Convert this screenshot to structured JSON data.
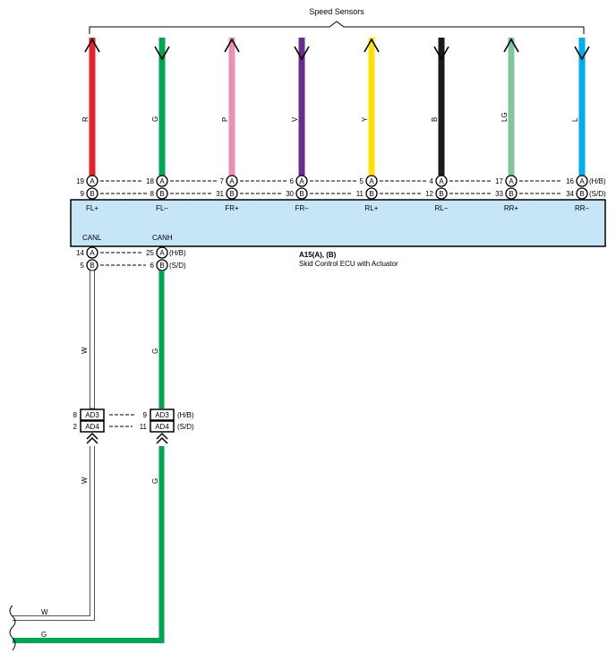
{
  "header": {
    "title": "Speed Sensors"
  },
  "wire_colors": {
    "R": "#e8212b",
    "G": "#00a651",
    "P": "#f08cb8",
    "V": "#6a2c91",
    "Y": "#ffe000",
    "B": "#1a1a1a",
    "LG": "#7ec79a",
    "L": "#00aeef",
    "W": "#ffffff"
  },
  "sensor_wires": [
    {
      "color_code": "R",
      "pinA": "19",
      "pinB": "9",
      "pinA_conn": "A",
      "pinB_conn": "B",
      "ecu_label": "FL+",
      "direction": "up"
    },
    {
      "color_code": "G",
      "pinA": "18",
      "pinB": "8",
      "pinA_conn": "A",
      "pinB_conn": "B",
      "ecu_label": "FL–",
      "direction": "down"
    },
    {
      "color_code": "P",
      "pinA": "7",
      "pinB": "31",
      "pinA_conn": "A",
      "pinB_conn": "B",
      "ecu_label": "FR+",
      "direction": "up"
    },
    {
      "color_code": "V",
      "pinA": "6",
      "pinB": "30",
      "pinA_conn": "A",
      "pinB_conn": "B",
      "ecu_label": "FR–",
      "direction": "down"
    },
    {
      "color_code": "Y",
      "pinA": "5",
      "pinB": "11",
      "pinA_conn": "A",
      "pinB_conn": "B",
      "ecu_label": "RL+",
      "direction": "up"
    },
    {
      "color_code": "B",
      "pinA": "4",
      "pinB": "12",
      "pinA_conn": "A",
      "pinB_conn": "B",
      "ecu_label": "RL–",
      "direction": "down"
    },
    {
      "color_code": "LG",
      "pinA": "17",
      "pinB": "33",
      "pinA_conn": "A",
      "pinB_conn": "B",
      "ecu_label": "RR+",
      "direction": "up"
    },
    {
      "color_code": "L",
      "pinA": "16",
      "pinB": "34",
      "pinA_conn": "A",
      "pinB_conn": "B",
      "ecu_label": "RR–",
      "direction": "down"
    }
  ],
  "variant_labels": {
    "hb": "(H/B)",
    "sd": "(S/D)"
  },
  "ecu": {
    "name": "A15(A), (B)",
    "description": "Skid Control ECU with Actuator",
    "fill": "#c6e6f7"
  },
  "can": {
    "canl": {
      "label": "CANL",
      "pinA": "14",
      "pinB": "5",
      "wire": "W"
    },
    "canh": {
      "label": "CANH",
      "pinA": "25",
      "pinB": "6",
      "wire": "G"
    }
  },
  "junction": {
    "left": {
      "top_pin": "8",
      "bottom_pin": "2",
      "top_label": "AD3",
      "bottom_label": "AD4"
    },
    "right": {
      "top_pin": "9",
      "bottom_pin": "11",
      "top_label": "AD3",
      "bottom_label": "AD4"
    }
  },
  "output_wires": {
    "w": "W",
    "g": "G"
  }
}
